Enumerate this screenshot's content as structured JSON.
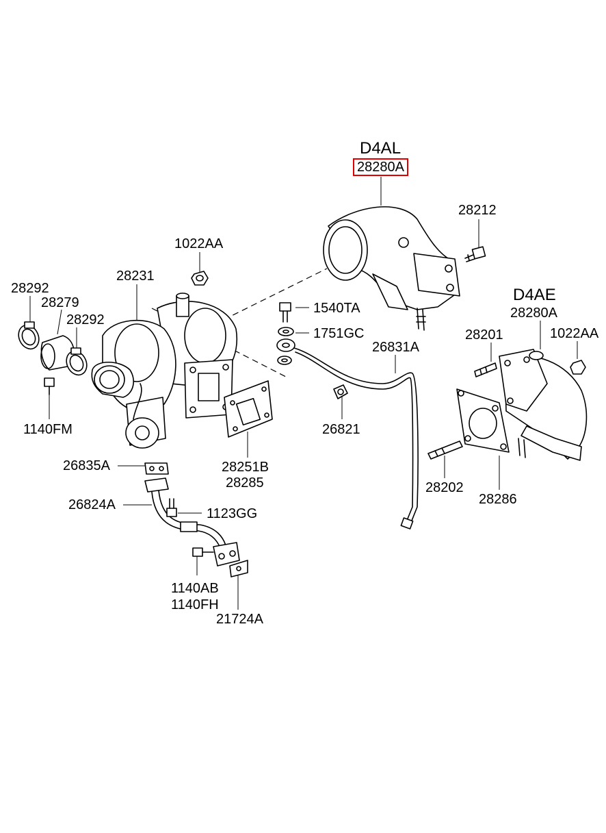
{
  "colors": {
    "highlight": "#e00000",
    "ink": "#000000",
    "background": "#ffffff"
  },
  "labels": {
    "engine_d4al": "D4AL",
    "engine_d4ae": "D4AE",
    "p28280a_top": "28280A",
    "p28280a_right": "28280A",
    "p28212": "28212",
    "p1022aa_left": "1022AA",
    "p1022aa_right": "1022AA",
    "p28231": "28231",
    "p28292_a": "28292",
    "p28279": "28279",
    "p28292_b": "28292",
    "p1140fm": "1140FM",
    "p1540ta": "1540TA",
    "p1751gc": "1751GC",
    "p26831a": "26831A",
    "p26821": "26821",
    "p28201": "28201",
    "p28251b": "28251B",
    "p28285": "28285",
    "p26835a": "26835A",
    "p26824a": "26824A",
    "p1123gg": "1123GG",
    "p1140ab": "1140AB",
    "p1140fh": "1140FH",
    "p21724a": "21724A",
    "p28202": "28202",
    "p28286": "28286"
  }
}
